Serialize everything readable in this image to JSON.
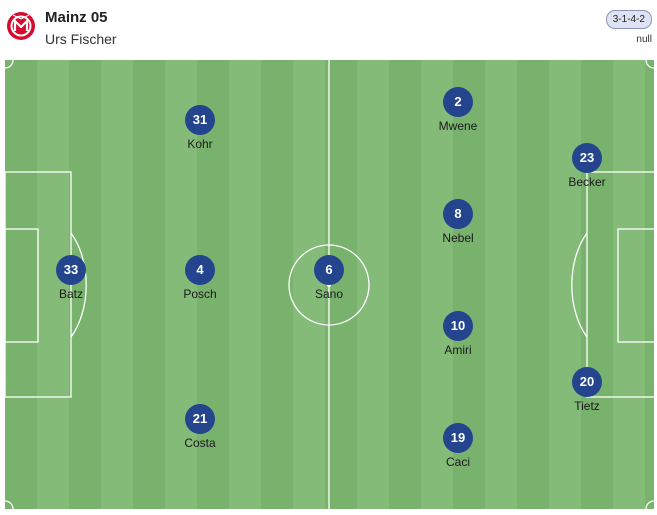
{
  "team": {
    "name": "Mainz 05",
    "coach": "Urs Fischer",
    "formation": "3-1-4-2",
    "extra": "null",
    "logo_icon": "mainz-05-crest-icon",
    "logo_color": "#d40c2e"
  },
  "colors": {
    "player_circle": "#24458d",
    "pitch_light": "#85bb79",
    "pitch_dark": "#79b26d"
  },
  "players": [
    {
      "number": "33",
      "name": "Batz"
    },
    {
      "number": "4",
      "name": "Posch"
    },
    {
      "number": "31",
      "name": "Kohr"
    },
    {
      "number": "21",
      "name": "Costa"
    },
    {
      "number": "6",
      "name": "Sano"
    },
    {
      "number": "2",
      "name": "Mwene"
    },
    {
      "number": "8",
      "name": "Nebel"
    },
    {
      "number": "10",
      "name": "Amiri"
    },
    {
      "number": "19",
      "name": "Caci"
    },
    {
      "number": "23",
      "name": "Becker"
    },
    {
      "number": "20",
      "name": "Tietz"
    }
  ]
}
